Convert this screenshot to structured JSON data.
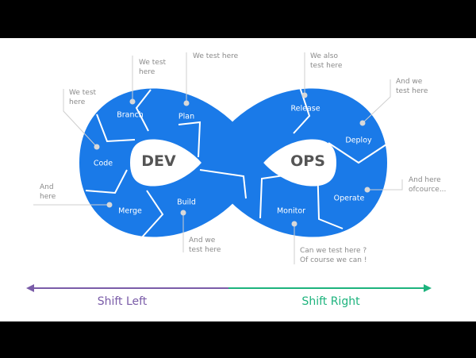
{
  "diagram": {
    "centers": {
      "dev": "DEV",
      "ops": "OPS"
    },
    "stages": [
      {
        "id": "branch",
        "label": "Branch"
      },
      {
        "id": "plan",
        "label": "Plan"
      },
      {
        "id": "code",
        "label": "Code"
      },
      {
        "id": "merge",
        "label": "Merge"
      },
      {
        "id": "build",
        "label": "Build"
      },
      {
        "id": "release",
        "label": "Release"
      },
      {
        "id": "deploy",
        "label": "Deploy"
      },
      {
        "id": "operate",
        "label": "Operate"
      },
      {
        "id": "monitor",
        "label": "Monitor"
      }
    ],
    "notes": {
      "branch": "We test\nhere",
      "plan": "We test here",
      "code": "We test\nhere",
      "merge": "And\nhere",
      "build": "And we\ntest here",
      "release": "We also\ntest here",
      "deploy": "And we\ntest here",
      "operate": "And here\nofcource...",
      "monitor": "Can we test here ?\nOf course we can !"
    },
    "shift_left": "Shift Left",
    "shift_right": "Shift Right",
    "colors": {
      "loop": "#1a7ae8",
      "left": "#7a5ca8",
      "right": "#1db37d",
      "callout": "#cfcfcf"
    }
  }
}
